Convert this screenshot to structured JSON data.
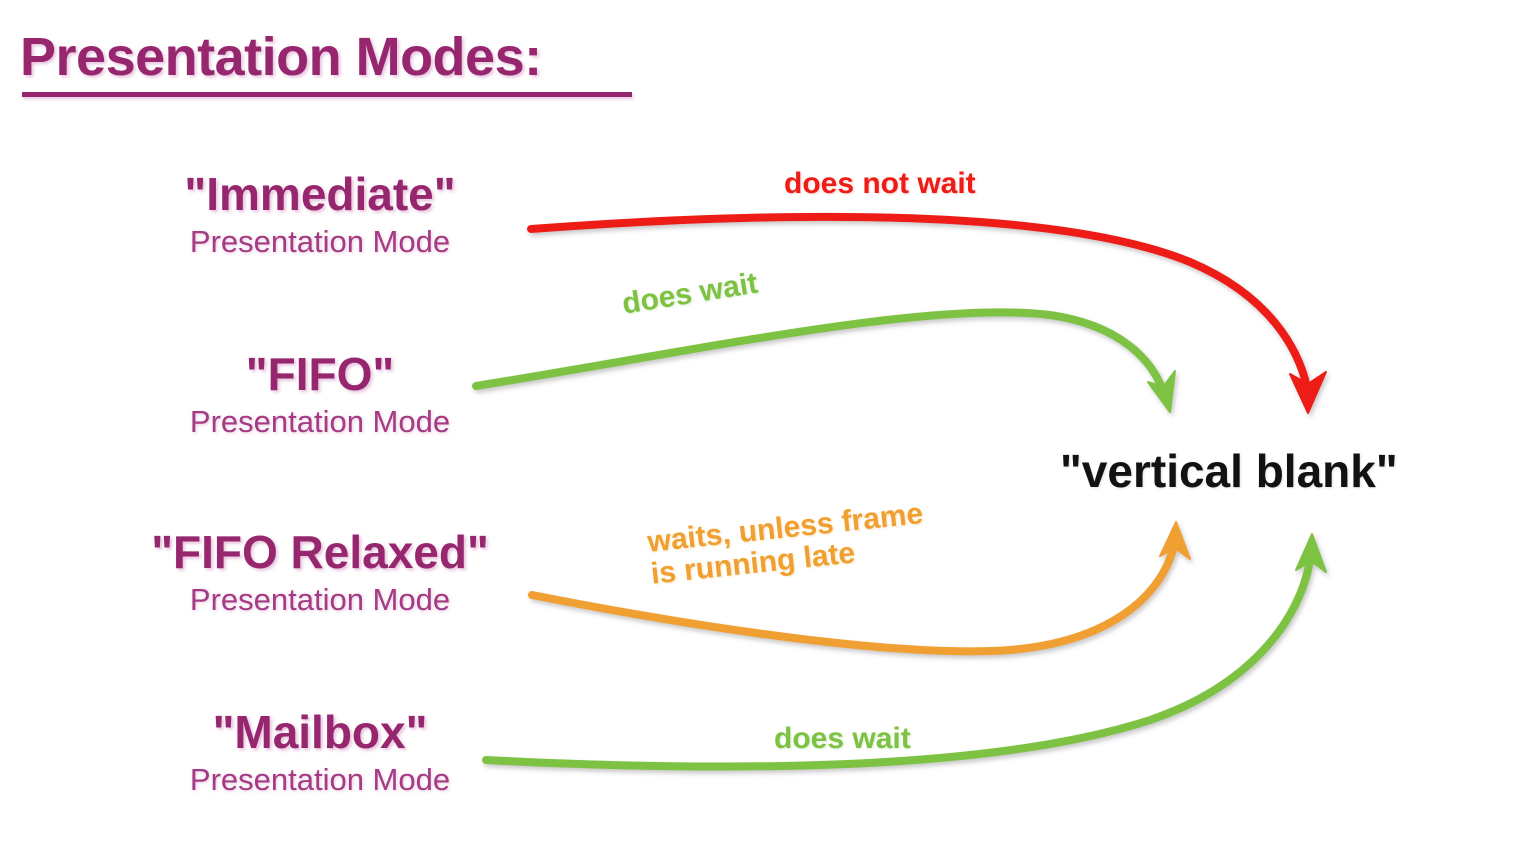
{
  "slide": {
    "title": "Presentation Modes:",
    "background_color": "#ffffff",
    "title_color": "#96276E"
  },
  "modes": [
    {
      "name": "\"Immediate\"",
      "subtitle": "Presentation Mode",
      "edge_label": "does not wait",
      "edge_color": "#ED1C16",
      "waits": false
    },
    {
      "name": "\"FIFO\"",
      "subtitle": "Presentation Mode",
      "edge_label": "does wait",
      "edge_color": "#7DC242",
      "waits": true
    },
    {
      "name": "\"FIFO Relaxed\"",
      "subtitle": "Presentation Mode",
      "edge_label_line1": "waits, unless frame",
      "edge_label_line2": "is running late",
      "edge_color": "#F0A030",
      "waits": true
    },
    {
      "name": "\"Mailbox\"",
      "subtitle": "Presentation Mode",
      "edge_label": "does wait",
      "edge_color": "#7DC242",
      "waits": true
    }
  ],
  "target": {
    "label": "\"vertical blank\"",
    "color": "#121212"
  },
  "colors": {
    "purple": "#96276E",
    "purple_light": "#A43B83",
    "red": "#ED1C16",
    "green": "#7DC242",
    "orange": "#F0A030",
    "black": "#121212"
  }
}
